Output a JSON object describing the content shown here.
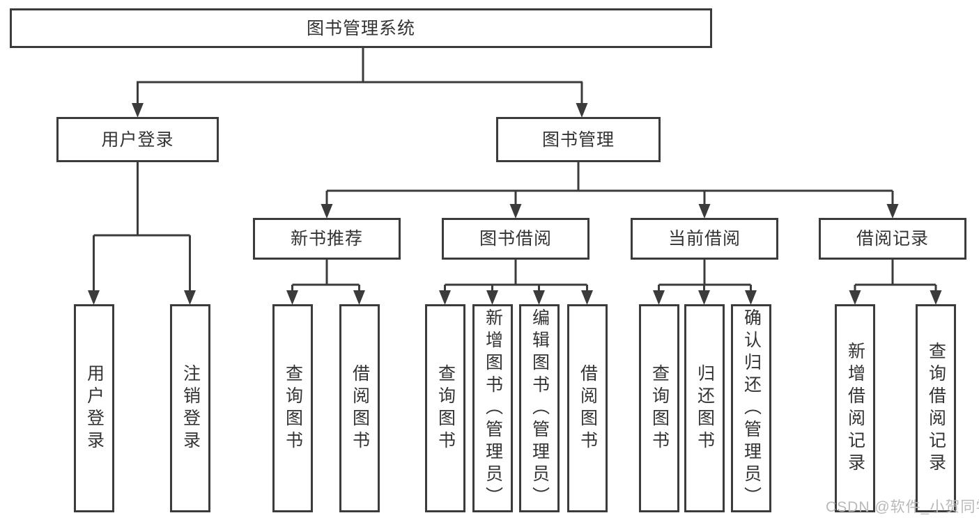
{
  "diagram_type": "hierarchy-tree",
  "colors": {
    "line": "#3b3b3b",
    "text": "#333333",
    "background": "#ffffff",
    "watermark": "#b9b9b9"
  },
  "root": {
    "label": "图书管理系统"
  },
  "level2": [
    {
      "label": "用户登录",
      "children": [
        {
          "label": "用户登录"
        },
        {
          "label": "注销登录"
        }
      ]
    },
    {
      "label": "图书管理",
      "children": [
        {
          "label": "新书推荐",
          "children": [
            {
              "label": "查询图书"
            },
            {
              "label": "借阅图书"
            }
          ]
        },
        {
          "label": "图书借阅",
          "children": [
            {
              "label": "查询图书"
            },
            {
              "label": "新增图书（管理员）"
            },
            {
              "label": "编辑图书（管理员）"
            },
            {
              "label": "借阅图书"
            }
          ]
        },
        {
          "label": "当前借阅",
          "children": [
            {
              "label": "查询图书"
            },
            {
              "label": "归还图书"
            },
            {
              "label": "确认归还（管理员）"
            }
          ]
        },
        {
          "label": "借阅记录",
          "children": [
            {
              "label": "新增借阅记录"
            },
            {
              "label": "查询借阅记录"
            }
          ]
        }
      ]
    }
  ],
  "watermark": "CSDN @软件_小贺同学"
}
